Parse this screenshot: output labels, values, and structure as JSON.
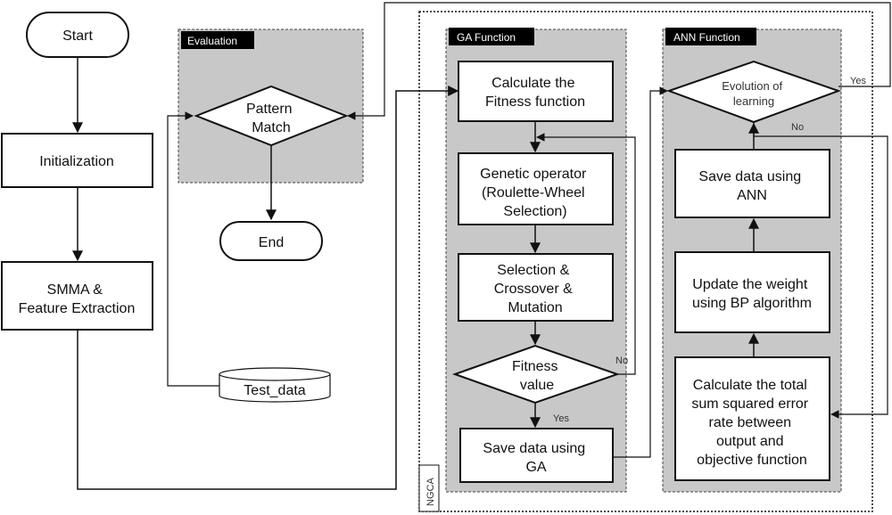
{
  "start": "Start",
  "initialization": "Initialization",
  "smma": [
    "SMMA &",
    "Feature Extraction"
  ],
  "test_data": "Test_data",
  "evaluation": {
    "tag": "Evaluation",
    "decision": [
      "Pattern",
      "Match"
    ],
    "end": "End"
  },
  "ga": {
    "tag": "GA Function",
    "fitness_function": [
      "Calculate the",
      "Fitness function"
    ],
    "genetic_operator": [
      "Genetic operator",
      "(Roulette-Wheel",
      "Selection)"
    ],
    "selection": [
      "Selection &",
      "Crossover &",
      "Mutation"
    ],
    "fitness_value": [
      "Fitness",
      "value"
    ],
    "save": [
      "Save data using",
      "GA"
    ],
    "yes": "Yes",
    "no": "No"
  },
  "ann": {
    "tag": "ANN Function",
    "evolution": [
      "Evolution of",
      "learning"
    ],
    "save": [
      "Save data using",
      "ANN"
    ],
    "update": [
      "Update the weight",
      "using BP algorithm"
    ],
    "calc": [
      "Calculate the total",
      "sum squared error",
      "rate between",
      "output and",
      "objective function"
    ],
    "yes": "Yes",
    "no": "No"
  },
  "ngca": "NGCA",
  "colors": {
    "panel": "#c8c8c8",
    "line": "#111111",
    "tag_bg": "#000000"
  }
}
